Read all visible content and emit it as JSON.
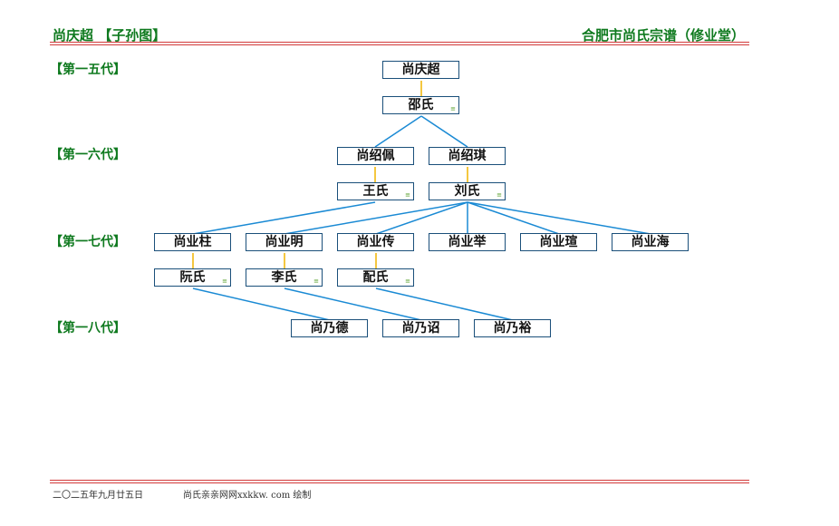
{
  "header": {
    "left_title": "尚庆超 【子孙图】",
    "right_title": "合肥市尚氏宗谱（修业堂）"
  },
  "generations": [
    "【第一五代】",
    "【第一六代】",
    "【第一七代】",
    "【第一八代】"
  ],
  "nodes": {
    "n1": "尚庆超",
    "n2": "邵氏",
    "n3": "尚绍佩",
    "n4": "尚绍琪",
    "n5": "王氏",
    "n6": "刘氏",
    "n7": "尚业柱",
    "n8": "尚业明",
    "n9": "尚业传",
    "n10": "尚业举",
    "n11": "尚业瑄",
    "n12": "尚业海",
    "n13": "阮氏",
    "n14": "李氏",
    "n15": "配氏",
    "n16": "尚乃德",
    "n17": "尚乃诏",
    "n18": "尚乃裕"
  },
  "spouse_mark": "≡",
  "footer": {
    "date": "二〇二五年九月廿五日",
    "credit": "尚氏亲亲网网xxkkw. com 绘制"
  },
  "colors": {
    "title_green": "#0f7a1f",
    "rule_red": "#d23a3a",
    "child_link": "#1a8ad4",
    "spouse_link": "#f0b400",
    "node_border": "#1a4f7a"
  }
}
